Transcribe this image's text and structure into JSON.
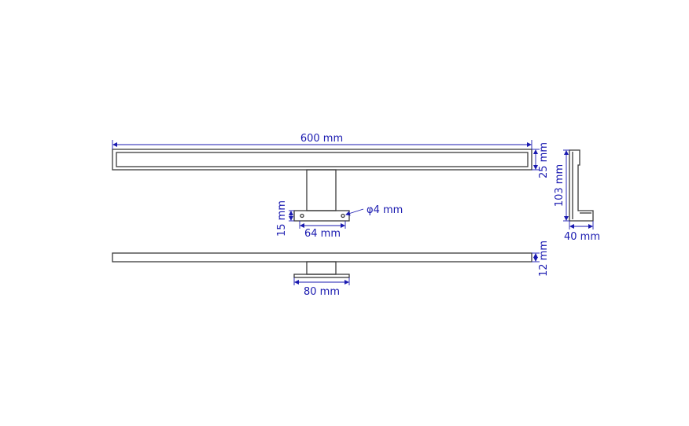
{
  "colors": {
    "outline": "#3a3a3a",
    "dimension": "#1a1ab0",
    "background": "#ffffff"
  },
  "dimensions": {
    "length": "600 mm",
    "height": "25 mm",
    "depth": "103 mm",
    "plate_height": "15 mm",
    "hole_spacing": "64 mm",
    "hole_diameter": "φ4 mm",
    "side_width": "40 mm",
    "bottom_height": "12 mm",
    "base_width": "80 mm"
  }
}
